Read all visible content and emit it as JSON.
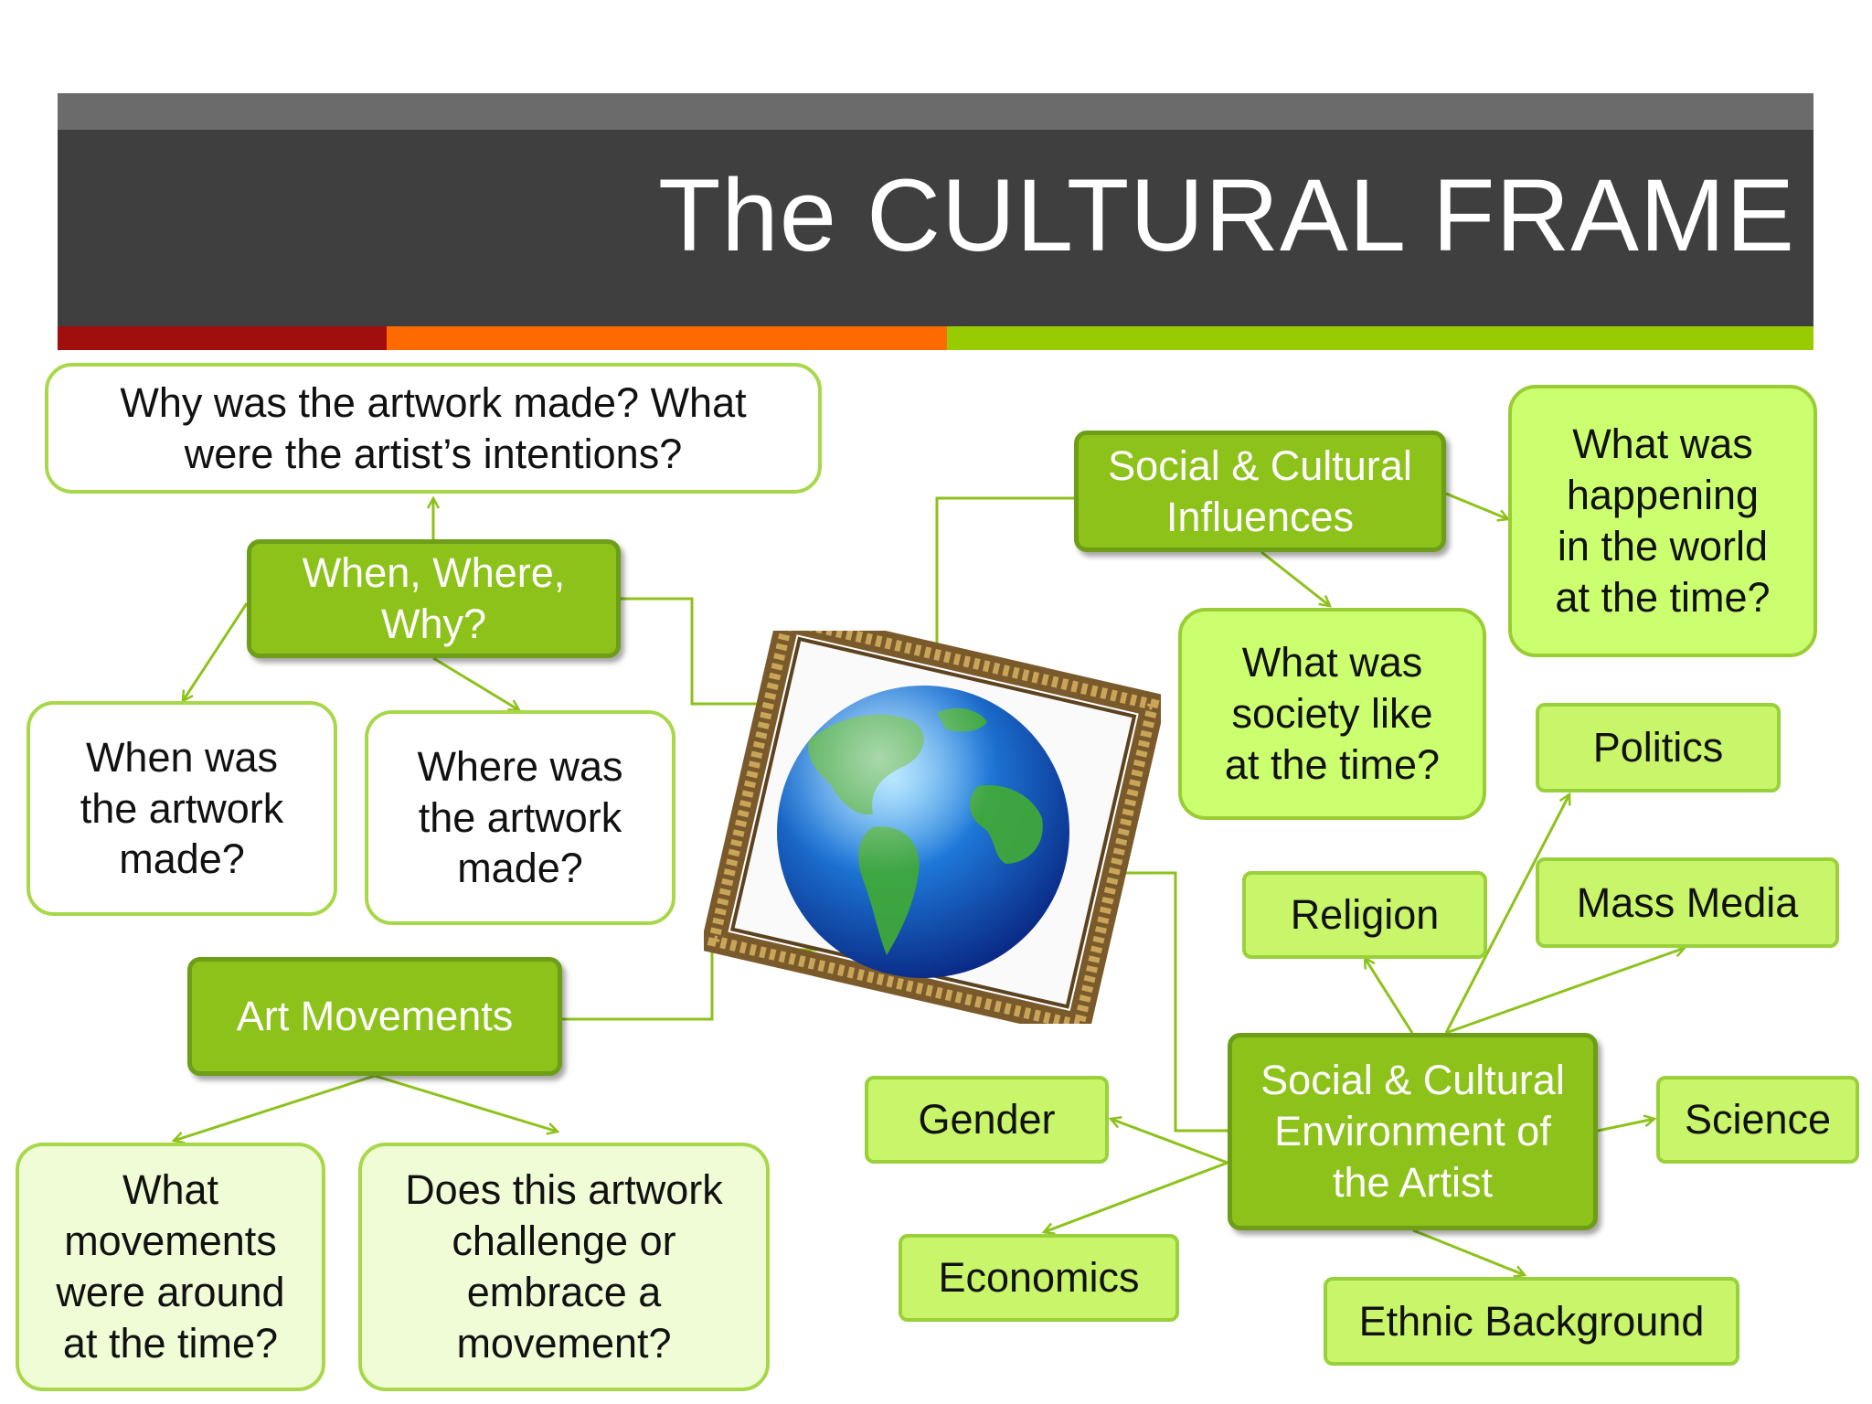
{
  "title": "The CULTURAL FRAME",
  "colors": {
    "header_dark": "#3f3f3f",
    "header_grey": "#6b6b6b",
    "stripe_red": "#a00e0e",
    "stripe_orange": "#ff6a00",
    "stripe_green": "#99cc00",
    "node_dark": "#8dc21b",
    "node_light": "#c8f56a"
  },
  "central_image": "globe-in-picture-frame",
  "nodes": {
    "why_question": "Why was the artwork made? What\nwere the artist’s intentions?",
    "when_where_why": "When, Where,\nWhy?",
    "when_question": "When was\nthe artwork\nmade?",
    "where_question": "Where was\nthe artwork\nmade?",
    "art_movements": "Art Movements",
    "movements_question": "What\nmovements\nwere around\nat the time?",
    "challenge_question": "Does this artwork\nchallenge or\nembrace a\nmovement?",
    "social_influences": "Social & Cultural\nInfluences",
    "world_question": "What was\nhappening\nin the world\nat the time?",
    "society_question": "What was\nsociety like\nat the time?",
    "environment": "Social & Cultural\nEnvironment of\nthe Artist",
    "politics": "Politics",
    "religion": "Religion",
    "mass_media": "Mass Media",
    "gender": "Gender",
    "science": "Science",
    "economics": "Economics",
    "ethnic_background": "Ethnic Background"
  }
}
